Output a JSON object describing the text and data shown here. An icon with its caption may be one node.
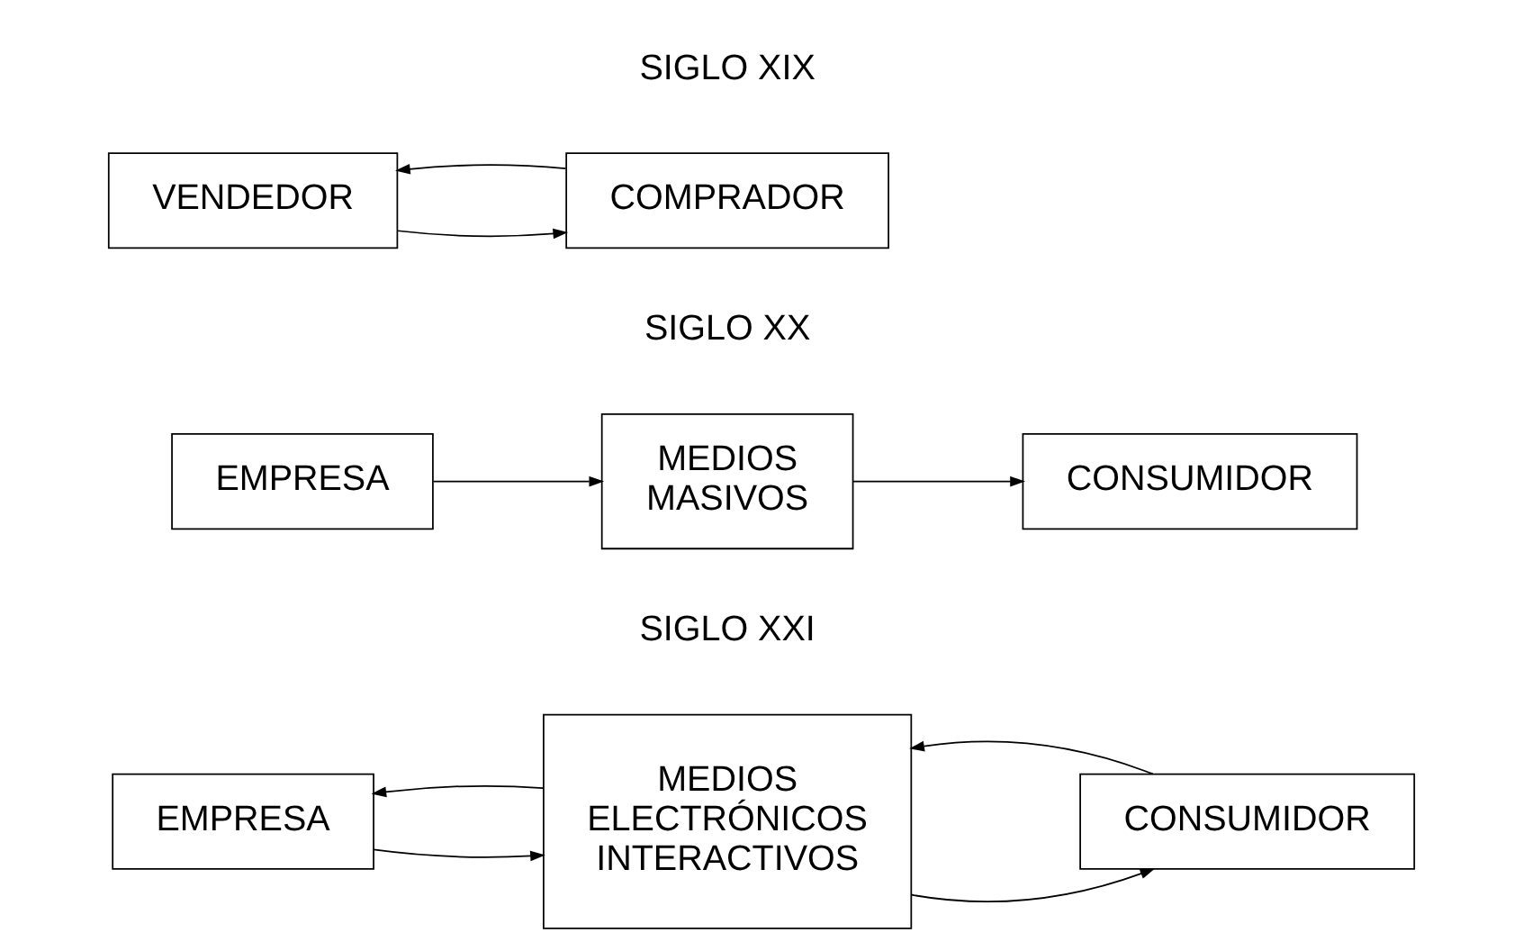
{
  "diagram": {
    "nodes": [
      {
        "text": [
          "VENDEDOR"
        ]
      },
      {
        "text": [
          "COMPRADOR"
        ]
      },
      {
        "text": [
          "EMPRESA"
        ]
      },
      {
        "text": [
          "MEDIOS MASIVOS"
        ]
      },
      {
        "text": [
          "CONSUMIDOR"
        ]
      },
      {
        "text": [
          "EMPRESA"
        ]
      },
      {
        "text": [
          "MEDIOS ELECTRÓNICOS INTERACTIVOS"
        ]
      },
      {
        "text": [
          "CONSUMIDOR"
        ]
      }
    ],
    "edges": [
      {
        "from": 0,
        "to": 1,
        "arrow": "to"
      },
      {
        "from": 1,
        "to": 0,
        "arrow": "to"
      },
      {
        "from": 2,
        "to": 3,
        "arrow": "to"
      },
      {
        "from": 3,
        "to": 4,
        "arrow": "to"
      },
      {
        "from": 5,
        "to": 6,
        "arrow": "to"
      },
      {
        "from": 6,
        "to": 5,
        "arrow": "to"
      },
      {
        "from": 6,
        "to": 7,
        "arrow": "to"
      },
      {
        "from": 7,
        "to": 6,
        "arrow": "to"
      }
    ],
    "labels": [
      "SIGLO XIX",
      "SIGLO XX",
      "SIGLO XXI"
    ]
  }
}
